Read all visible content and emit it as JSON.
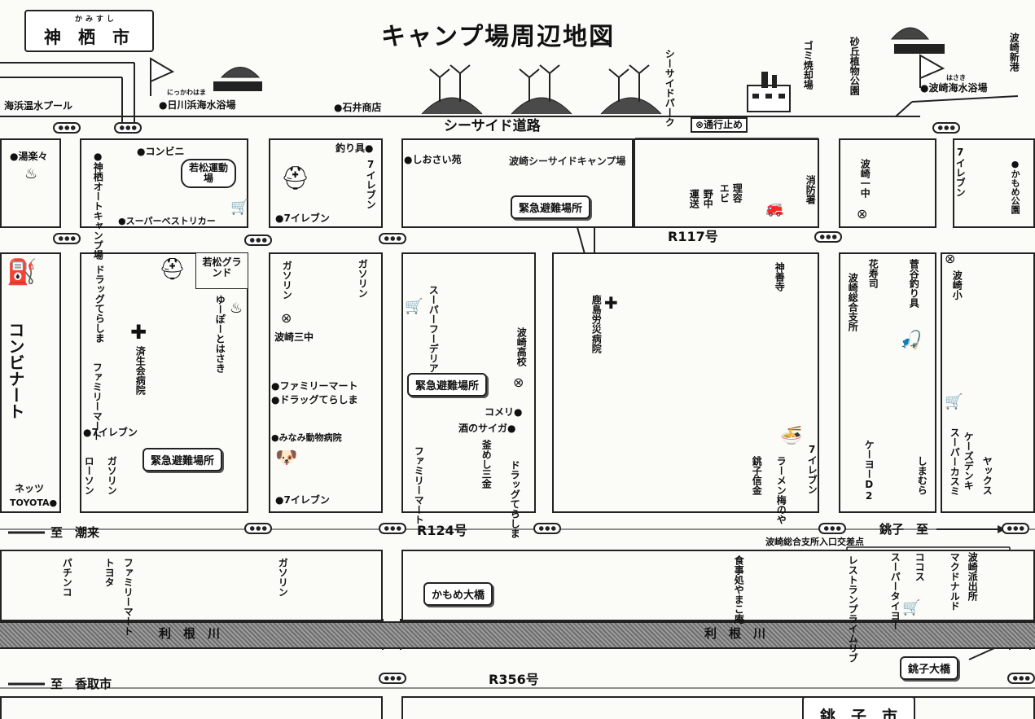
{
  "title": "キャンプ場周辺地図",
  "cities": {
    "kamisu": "神　栖　市",
    "kamisu_ruby": "かみすし",
    "choshi": "銚　子　市"
  },
  "roads": {
    "seaside": "シーサイド道路",
    "r117": "R117号",
    "r124": "R124号",
    "r356": "R356号",
    "itako": "至　潮来",
    "choshi_to": "銚子　至",
    "katori": "至　香取市",
    "closed": "⊗通行止め",
    "hasaki_junction": "波崎総合支所入口交差点"
  },
  "river": {
    "left": "利　根　川",
    "right": "利　根　川"
  },
  "callouts": {
    "refuge1": "緊急避難場所",
    "refuge2": "緊急避難場所",
    "refuge3": "緊急避難場所",
    "kamome": "かもめ大橋",
    "choshi_bridge": "銚子大橋",
    "camp_arrow": "波崎シーサイドキャンプ場"
  },
  "labels": {
    "kaihin_pool": "海浜温水プール",
    "nikkawa_ruby": "にっかわはま",
    "nikkawa": "●日川浜海水浴場",
    "ishii": "●石井商店",
    "seaside_park": "シーサイドパーク",
    "gomi": "ゴミ焼却場",
    "sakyu": "砂丘植物公園",
    "hasaki_ruby": "はさき",
    "hasaki_beach": "●波崎海水浴場",
    "hasaki_port": "波崎新港",
    "yurakuyu": "●湯楽々",
    "kamisu_camp": "●神栖オートキャンプ場",
    "konbini1": "●コンビニ",
    "wakamatsu_field": "若松運動場",
    "super_best": "●スーパーベストリカー",
    "tsurigu1": "釣り具●",
    "seven1": "7イレブン",
    "seven2": "●7イレブン",
    "shiosai": "●しおさい苑",
    "ebi": "エビ",
    "riyou": "理容",
    "unsou": "運送",
    "nonaka": "野中",
    "shoubou": "消防署",
    "hasaki_ichu": "波崎一中",
    "seven3": "7イレブン",
    "kamome_park": "●かもめ公園",
    "konbinat": "コンビナート",
    "drug1": "ドラッグてらしま",
    "wakamatsu_ground": "若松グランド",
    "yupo": "ゆーぽーとはさき",
    "saisei": "済生会病院",
    "family1": "ファミリーマート",
    "seven4": "●7イレブン",
    "lawson": "ローソン",
    "gasolin1": "ガソリン",
    "netz": "ネッツ",
    "toyota": "TOYOTA●",
    "gasolin2": "ガソリン",
    "gasolin3": "ガソリン",
    "hasaki_sanchu": "波崎三中",
    "family2": "●ファミリーマート",
    "drug2": "●ドラッグてらしま",
    "minami": "●みなみ動物病院",
    "seven5": "●7イレブン",
    "super_fu": "スーパーフーデリア",
    "hasaki_koukou": "波崎高校",
    "komeri": "コメリ●",
    "sakenosaiga": "酒のサイガ●",
    "family3": "ファミリーマート",
    "kamameshi": "釜めし三金",
    "drug3": "ドラッグてらしま",
    "kashima": "鹿島労災病院",
    "jinzenji": "神善寺",
    "ramen": "ラーメン梅のや",
    "choshi_shinkin": "銚子信金",
    "seven6": "7イレブン",
    "hanajushi": "花寿司",
    "hasaki_sougou": "波崎総合支所",
    "sugaya": "菅谷釣り具",
    "hasaki_sho": "波崎小",
    "keiyo": "ケーヨーD2",
    "shimamura": "しまむら",
    "kasumi": "スーパーカスミ",
    "ksdenki": "ケーズデンキ",
    "yax": "ヤックス",
    "pachinko": "パチンコ",
    "toyota2": "トヨタ",
    "family4": "ファミリーマート",
    "gasolin4": "ガソリン",
    "yamako": "食事処やまこ庵",
    "primerib": "レストランプライムリブ",
    "super_taiyo": "スーパータイヨー",
    "cocos": "ココス",
    "mcd": "マクドナルド",
    "hasaki_police": "波崎派出所"
  },
  "colors": {
    "ink": "#111111",
    "river": "#7a7a7a",
    "paper": "#fbfbf7"
  },
  "icons": [
    "onsen-icon",
    "tent-icon",
    "cross-icon",
    "school-icon",
    "fish-icon",
    "cart-icon",
    "flag-icon",
    "windmill-icon"
  ]
}
